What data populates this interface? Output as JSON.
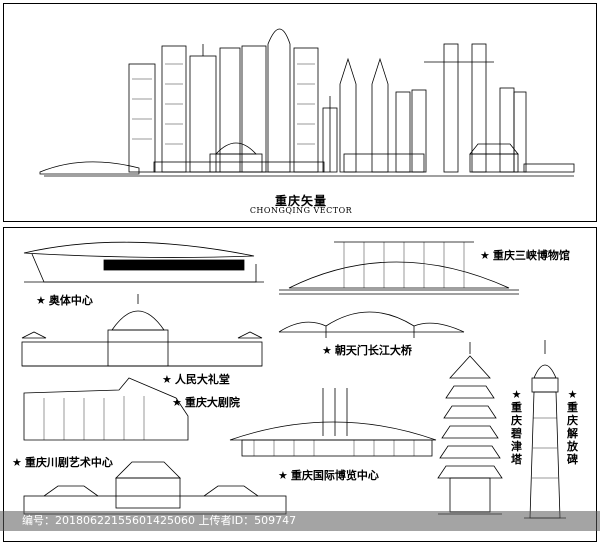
{
  "header": {
    "title": "重庆矢量",
    "subtitle": "CHONGQING VECTOR"
  },
  "landmarks": [
    {
      "star": "★",
      "name": "奥体中心"
    },
    {
      "star": "★",
      "name": "重庆三峡博物馆"
    },
    {
      "star": "★",
      "name": "人民大礼堂"
    },
    {
      "star": "★",
      "name": "朝天门长江大桥"
    },
    {
      "star": "★",
      "name": "重庆大剧院"
    },
    {
      "star": "★",
      "name": "重庆川剧艺术中心"
    },
    {
      "star": "★",
      "name": "重庆国际博览中心"
    }
  ],
  "vertical_landmarks": [
    {
      "star": "★",
      "chars": [
        "重",
        "庆",
        "碧",
        "津",
        "塔"
      ]
    },
    {
      "star": "★",
      "chars": [
        "重",
        "庆",
        "解",
        "放",
        "碑"
      ]
    }
  ],
  "watermark": {
    "text": "编号：20180622155601425060 上传者ID：509747"
  },
  "colors": {
    "line": "#000000",
    "background": "#ffffff",
    "watermark_bg": "#5a5a5a"
  }
}
